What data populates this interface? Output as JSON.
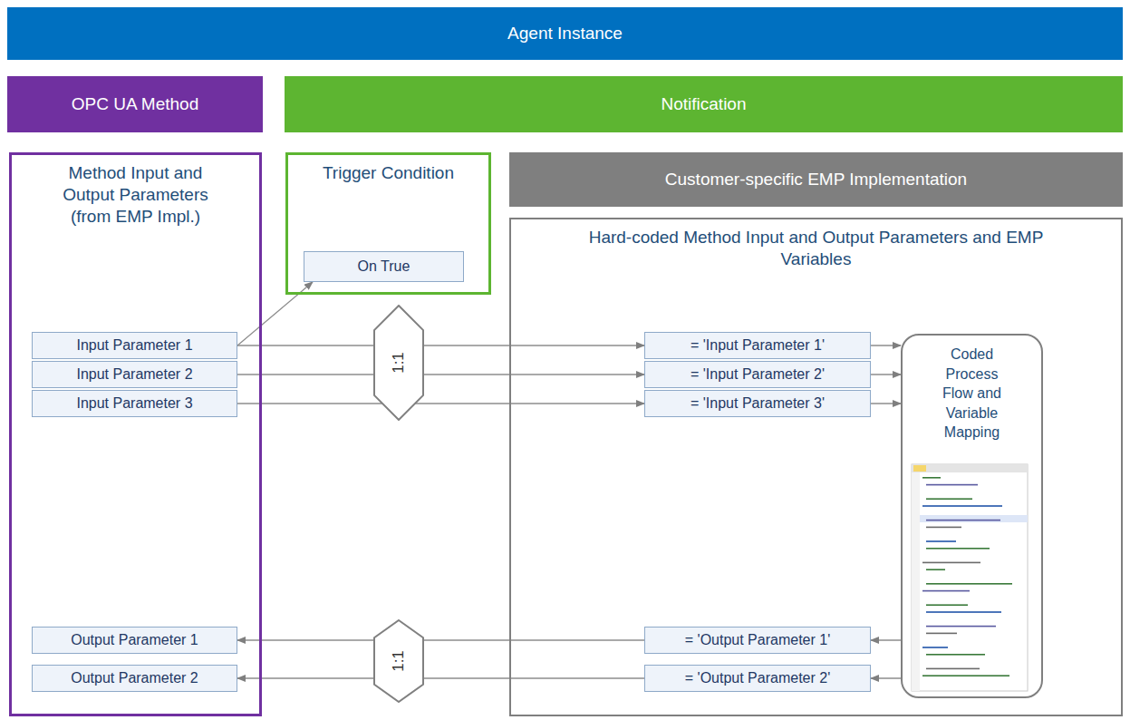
{
  "diagram": {
    "nodes": [
      {
        "text": [
          "Agent Instance"
        ]
      },
      {
        "text": [
          "OPC UA Method"
        ]
      },
      {
        "text": [
          "Notification"
        ]
      },
      {
        "text": [
          "Method Input and Output Parameters (from EMP Impl.)"
        ]
      },
      {
        "text": [
          "Input Parameter 1"
        ],
        "in": 3
      },
      {
        "text": [
          "Input Parameter 2"
        ],
        "in": 3
      },
      {
        "text": [
          "Input Parameter 3"
        ],
        "in": 3
      },
      {
        "text": [
          "Output Parameter 1"
        ],
        "in": 3
      },
      {
        "text": [
          "Output Parameter 2"
        ],
        "in": 3
      },
      {
        "text": [
          "Trigger Condition"
        ]
      },
      {
        "text": [
          "On True"
        ],
        "in": 9
      },
      {
        "text": [
          "1:1"
        ]
      },
      {
        "text": [
          "1:1"
        ]
      },
      {
        "text": [
          "Customer-specific EMP Implementation"
        ]
      },
      {
        "text": [
          "Hard-coded Method Input and Output Parameters and EMP Variables"
        ]
      },
      {
        "text": [
          "= 'Input Parameter 1'"
        ],
        "in": 14
      },
      {
        "text": [
          "= 'Input Parameter 2'"
        ],
        "in": 14
      },
      {
        "text": [
          "= 'Input Parameter 3'"
        ],
        "in": 14
      },
      {
        "text": [
          "= 'Output Parameter 1'"
        ],
        "in": 14
      },
      {
        "text": [
          "= 'Output Parameter 2'"
        ],
        "in": 14
      },
      {
        "text": [
          "Coded Process Flow and Variable Mapping"
        ],
        "in": 14
      }
    ],
    "edges": [
      {
        "from": 4,
        "to": 10,
        "arrow": "to"
      },
      {
        "from": 4,
        "to": 15,
        "arrow": "to"
      },
      {
        "from": 5,
        "to": 16,
        "arrow": "to"
      },
      {
        "from": 6,
        "to": 17,
        "arrow": "to"
      },
      {
        "from": 15,
        "to": 20,
        "arrow": "to"
      },
      {
        "from": 16,
        "to": 20,
        "arrow": "to"
      },
      {
        "from": 17,
        "to": 20,
        "arrow": "to"
      },
      {
        "from": 20,
        "to": 18,
        "arrow": "to"
      },
      {
        "from": 20,
        "to": 19,
        "arrow": "to"
      },
      {
        "from": 18,
        "to": 7,
        "arrow": "to"
      },
      {
        "from": 19,
        "to": 8,
        "arrow": "to"
      }
    ]
  }
}
